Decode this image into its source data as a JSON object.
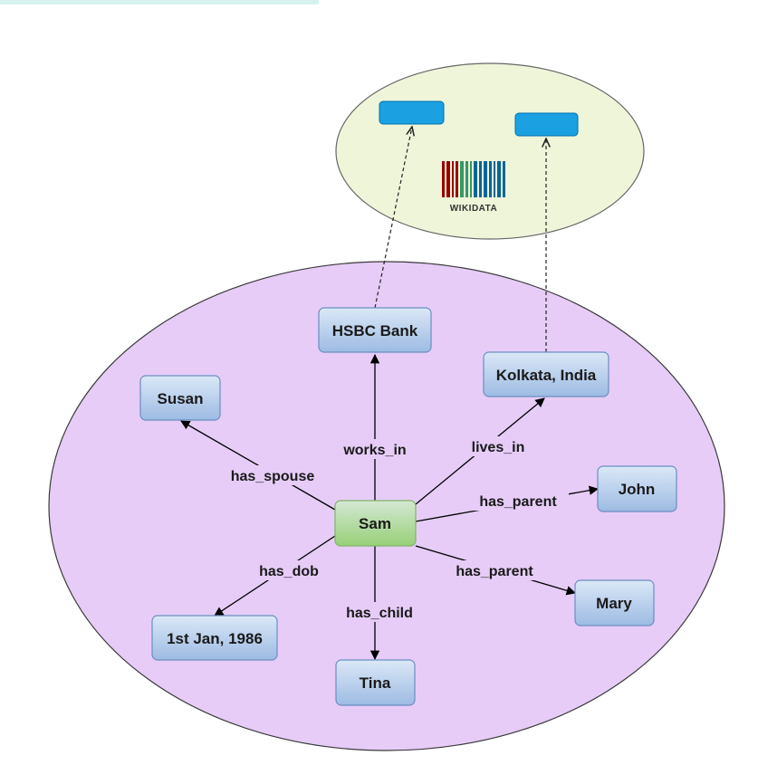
{
  "colors": {
    "kg_ellipse": "#e6ccf7",
    "kg_ellipse_stroke": "#3a3a3a",
    "wikidata_ellipse": "#eef5d9",
    "wikidata_ellipse_stroke": "#666666",
    "entity_fill_top": "#dbe8f7",
    "entity_fill_bottom": "#9dbbe3",
    "entity_stroke": "#6c8ebf",
    "center_fill_top": "#d5e8d4",
    "center_fill_bottom": "#97d077",
    "center_stroke": "#82b366",
    "wikidata_rect": "#1ba1e2",
    "wikidata_rect_stroke": "#006eaf",
    "wikidata_barcode": [
      "#990000",
      "#990000",
      "#339966",
      "#339966",
      "#006699",
      "#006699"
    ]
  },
  "wikidata": {
    "logo_text": "WIKIDATA"
  },
  "nodes": {
    "sam": "Sam",
    "hsbc": "HSBC Bank",
    "kolkata": "Kolkata, India",
    "susan": "Susan",
    "john": "John",
    "mary": "Mary",
    "dob": "1st Jan, 1986",
    "tina": "Tina"
  },
  "edges": {
    "works_in": "works_in",
    "lives_in": "lives_in",
    "has_spouse": "has_spouse",
    "has_parent_john": "has_parent",
    "has_parent_mary": "has_parent",
    "has_dob": "has_dob",
    "has_child": "has_child"
  }
}
